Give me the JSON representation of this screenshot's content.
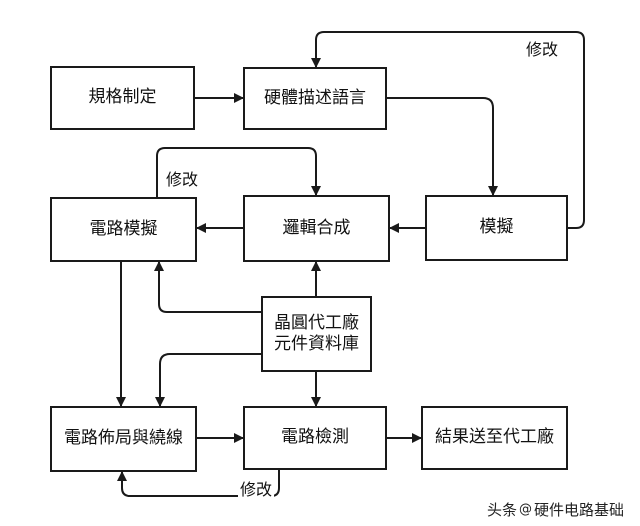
{
  "boxes": {
    "spec": "規格制定",
    "hdl": "硬體描述語言",
    "simulation": "模擬",
    "synthesis": "邏輯合成",
    "circuit_sim": "電路模擬",
    "foundry_line1": "晶圓代工廠",
    "foundry_line2": "元件資料庫",
    "layout": "電路佈局與繞線",
    "verification": "電路檢測",
    "result": "結果送至代工廠"
  },
  "loop_labels": {
    "top": "修改",
    "middle": "修改",
    "bottom": "修改"
  },
  "watermark": {
    "prefix": "头条",
    "at": "@",
    "account": "硬件电路基础"
  }
}
